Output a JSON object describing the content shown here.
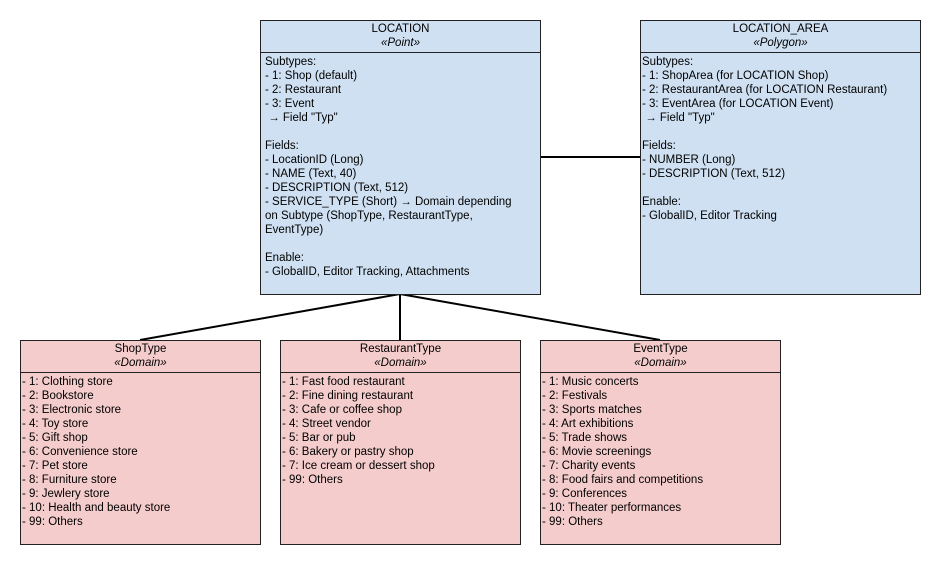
{
  "location": {
    "title": "LOCATION",
    "stereotype": "«Point»",
    "lines": [
      "Subtypes:",
      "- 1: Shop (default)",
      "- 2: Restaurant",
      "- 3: Event",
      " → Field \"Typ\"",
      "",
      "Fields:",
      "- LocationID (Long)",
      "- NAME (Text, 40)",
      "- DESCRIPTION (Text, 512)",
      "- SERVICE_TYPE (Short) → Domain depending",
      "on Subtype (ShopType, RestaurantType,",
      "EventType)",
      "",
      "Enable:",
      "- GlobalID, Editor Tracking, Attachments"
    ]
  },
  "location_area": {
    "title": "LOCATION_AREA",
    "stereotype": "«Polygon»",
    "lines": [
      "Subtypes:",
      "- 1: ShopArea (for LOCATION Shop)",
      "- 2: RestaurantArea (for LOCATION Restaurant)",
      "- 3: EventArea (for LOCATION Event)",
      " → Field \"Typ\"",
      "",
      "Fields:",
      "- NUMBER (Long)",
      "- DESCRIPTION (Text, 512)",
      "",
      "Enable:",
      "- GlobalID, Editor Tracking"
    ]
  },
  "shop_type": {
    "title": "ShopType",
    "stereotype": "«Domain»",
    "lines": [
      "- 1: Clothing store",
      "- 2: Bookstore",
      "- 3: Electronic store",
      "- 4: Toy store",
      "- 5: Gift shop",
      "- 6: Convenience store",
      "- 7: Pet store",
      "- 8: Furniture store",
      "- 9: Jewlery store",
      "- 10: Health and beauty store",
      "- 99: Others"
    ]
  },
  "restaurant_type": {
    "title": "RestaurantType",
    "stereotype": "«Domain»",
    "lines": [
      "- 1: Fast food restaurant",
      "- 2: Fine dining restaurant",
      "- 3: Cafe or coffee shop",
      "- 4: Street vendor",
      "- 5: Bar or pub",
      "- 6: Bakery or pastry shop",
      "- 7: Ice cream or dessert shop",
      "- 99: Others"
    ]
  },
  "event_type": {
    "title": "EventType",
    "stereotype": "«Domain»",
    "lines": [
      "- 1: Music concerts",
      "- 2: Festivals",
      "- 3: Sports matches",
      "- 4: Art exhibitions",
      "- 5: Trade shows",
      "- 6: Movie screenings",
      "- 7: Charity events",
      "- 8: Food fairs and competitions",
      "- 9: Conferences",
      "- 10: Theater performances",
      "- 99: Others"
    ]
  },
  "colors": {
    "feature_class_fill": "#cfe0f2",
    "domain_fill": "#f5cccc",
    "border": "#222222"
  }
}
